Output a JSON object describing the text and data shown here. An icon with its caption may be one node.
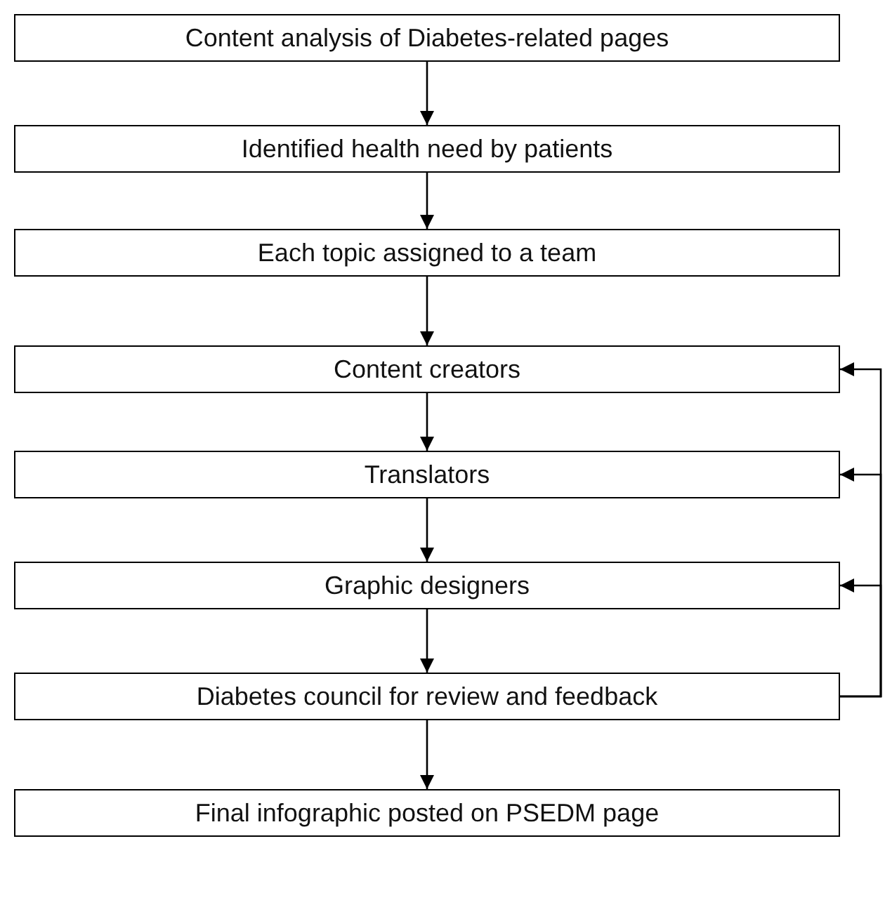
{
  "diagram": {
    "nodes": [
      {
        "text": [
          "Content analysis of Diabetes-related pages"
        ]
      },
      {
        "text": [
          "Identified health need by patients"
        ]
      },
      {
        "text": [
          "Each topic assigned to a team"
        ]
      },
      {
        "text": [
          "Content creators"
        ]
      },
      {
        "text": [
          "Translators"
        ]
      },
      {
        "text": [
          "Graphic designers"
        ]
      },
      {
        "text": [
          "Diabetes council for review and feedback"
        ]
      },
      {
        "text": [
          "Final infographic posted on PSEDM page"
        ]
      }
    ],
    "edges": [
      {
        "from": 0,
        "to": 1,
        "arrow": "to"
      },
      {
        "from": 1,
        "to": 2,
        "arrow": "to"
      },
      {
        "from": 2,
        "to": 3,
        "arrow": "to"
      },
      {
        "from": 3,
        "to": 4,
        "arrow": "to"
      },
      {
        "from": 4,
        "to": 5,
        "arrow": "to"
      },
      {
        "from": 5,
        "to": 6,
        "arrow": "to"
      },
      {
        "from": 6,
        "to": 7,
        "arrow": "to"
      },
      {
        "from": 6,
        "to": 3,
        "arrow": "to"
      },
      {
        "from": 6,
        "to": 4,
        "arrow": "to"
      },
      {
        "from": 6,
        "to": 5,
        "arrow": "to"
      }
    ]
  }
}
